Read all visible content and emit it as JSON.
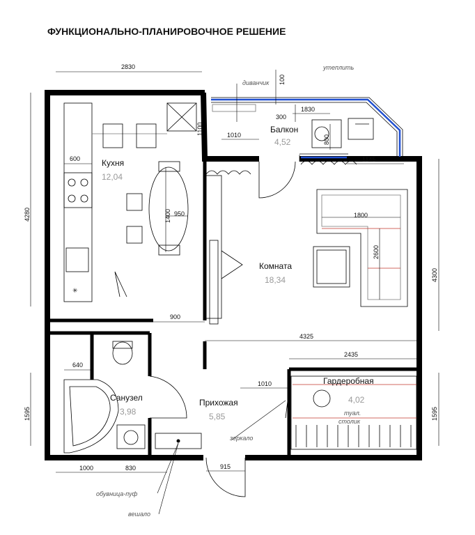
{
  "title": "ФУНКЦИОНАЛЬНО-ПЛАНИРОВОЧНОЕ РЕШЕНИЕ",
  "rooms": {
    "kitchen": {
      "name": "Кухня",
      "area": "12,04"
    },
    "balcony": {
      "name": "Балкон",
      "area": "4,52"
    },
    "living": {
      "name": "Комната",
      "area": "18,34"
    },
    "bathroom": {
      "name": "Санузел",
      "area": "3,98"
    },
    "hall": {
      "name": "Прихожая",
      "area": "5,85"
    },
    "wardrobe": {
      "name": "Гардеробная",
      "area": "4,02"
    }
  },
  "dimensions": {
    "d2830": "2830",
    "d100": "100",
    "d300": "300",
    "d1830": "1830",
    "d1100": "1100",
    "d1010_balcony": "1010",
    "d800": "800",
    "d1145": "1145",
    "d600": "600",
    "d1400": "1400",
    "d950": "950",
    "d1800": "1800",
    "d2600": "2600",
    "d4280": "4280",
    "d4300": "4300",
    "d900": "900",
    "d4325": "4325",
    "d640": "640",
    "d2435": "2435",
    "d1010_hall": "1010",
    "d1595_left": "1595",
    "d1595_right": "1595",
    "d1000": "1000",
    "d830": "830",
    "d915": "915"
  },
  "notes": {
    "divanchik": "диванчик",
    "uteplit": "утеплить",
    "tualet_stolik": "туал.\nстолик",
    "zerkalo": "зеркало",
    "obuvnitsa": "обувница-пуф",
    "veshalo": "вешало"
  }
}
